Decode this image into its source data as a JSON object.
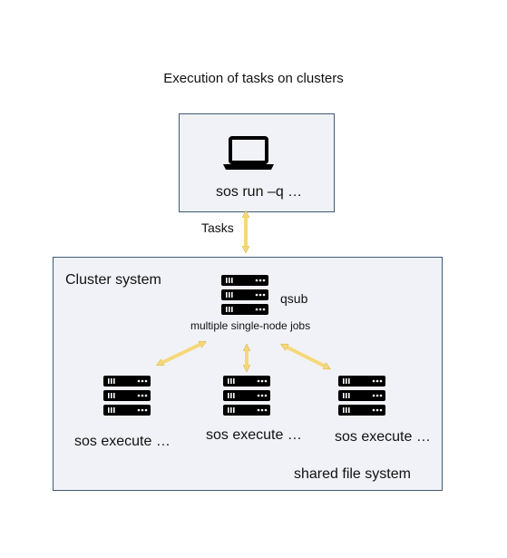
{
  "title": "Execution of tasks on clusters",
  "local": {
    "command": "sos run –q …",
    "icon": "laptop-icon"
  },
  "link_label": "Tasks",
  "cluster": {
    "title": "Cluster system",
    "head_node_command": "qsub",
    "head_node_caption": "multiple single-node jobs",
    "workers": [
      {
        "command": "sos execute …"
      },
      {
        "command": "sos execute …"
      },
      {
        "command": "sos execute …"
      }
    ],
    "footer": "shared file system",
    "icon": "server-icon"
  },
  "colors": {
    "box_fill": "#f1f2f7",
    "box_border": "#3f5a78",
    "arrow": "#f5d87a"
  }
}
